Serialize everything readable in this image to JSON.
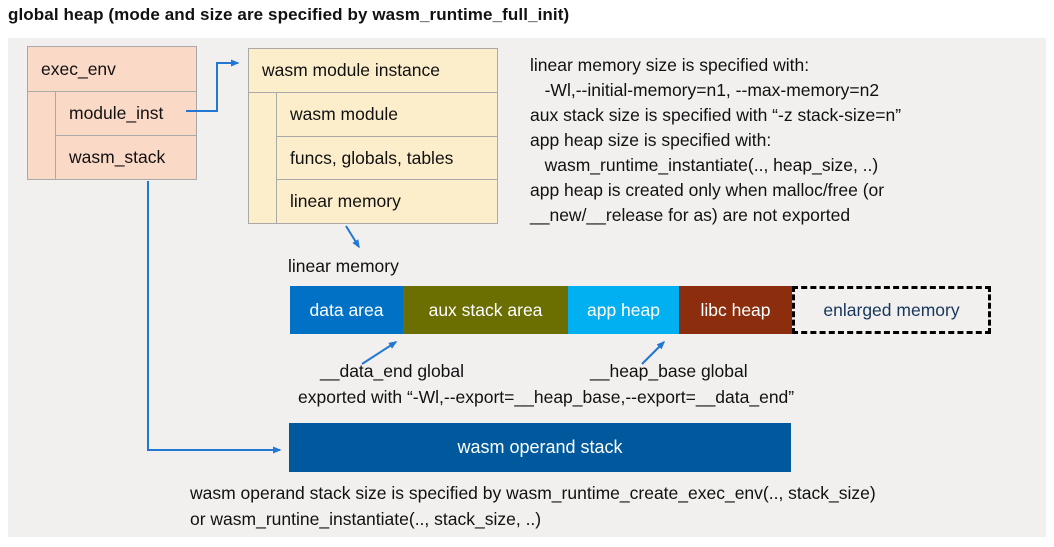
{
  "title": "global heap (mode and size are specified by wasm_runtime_full_init)",
  "exec_env": {
    "header": "exec_env",
    "rows": [
      "module_inst",
      "wasm_stack"
    ]
  },
  "module_instance": {
    "header": "wasm module instance",
    "rows": [
      "wasm module",
      "funcs, globals, tables",
      "linear memory"
    ]
  },
  "notes_right": {
    "lines": [
      "linear memory size is specified with:",
      "   -Wl,--initial-memory=n1, --max-memory=n2",
      "aux stack size is specified with “-z stack-size=n”",
      "app heap size is specified with:",
      "   wasm_runtime_instantiate(.., heap_size, ..)",
      "app heap is created only when malloc/free (or",
      "__new/__release for as) are not exported"
    ]
  },
  "linear_memory": {
    "label": "linear memory",
    "segments": [
      {
        "label": "data area",
        "color": "#0071c5",
        "text_color": "#ffffff"
      },
      {
        "label": "aux stack area",
        "color": "#6b6e00",
        "text_color": "#ffffff"
      },
      {
        "label": "app heap",
        "color": "#00b0f0",
        "text_color": "#ffffff"
      },
      {
        "label": "libc heap",
        "color": "#8c2e0d",
        "text_color": "#ffffff"
      },
      {
        "label": "enlarged memory",
        "color": "#ffffff",
        "text_color": "#17365d",
        "border_style": "dashed"
      }
    ]
  },
  "annotations": {
    "data_end": "__data_end global",
    "heap_base": "__heap_base global",
    "exported": "exported with “-Wl,--export=__heap_base,--export=__data_end”"
  },
  "operand_stack": {
    "label": "wasm operand stack",
    "color": "#00599c"
  },
  "notes_bottom": {
    "lines": [
      "wasm operand stack size is specified by wasm_runtime_create_exec_env(.., stack_size)",
      "or wasm_runtine_instantiate(.., stack_size, ..)"
    ]
  },
  "connector_color": "#2277d4"
}
